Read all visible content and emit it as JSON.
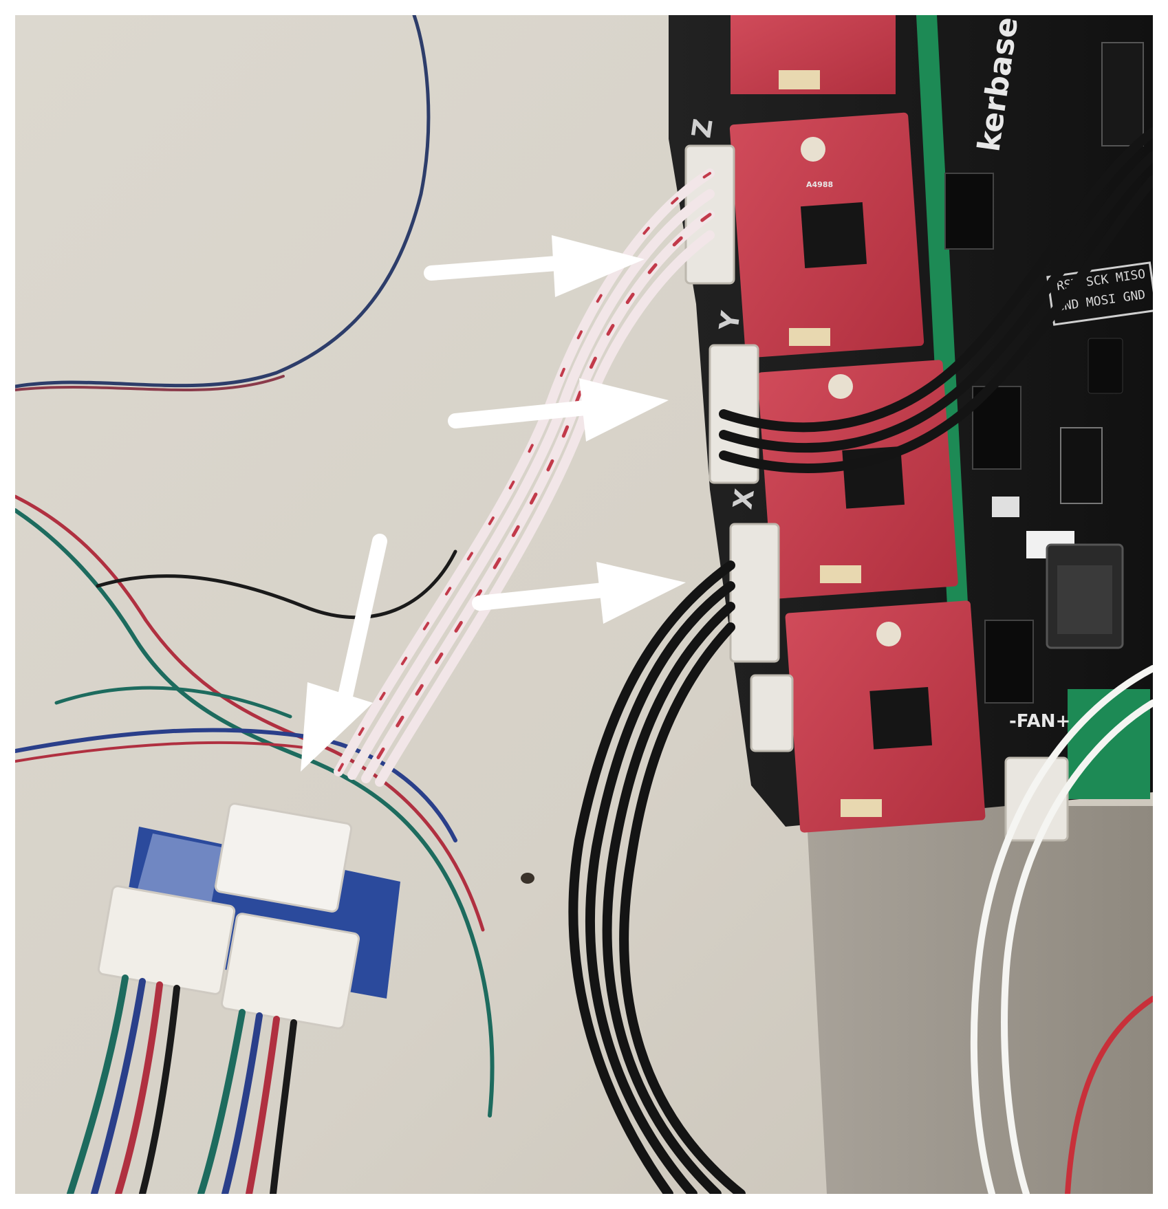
{
  "image": {
    "type": "photo",
    "subject": "arrow-annotated-photo"
  },
  "board": {
    "brand_text": "kerbase",
    "axis_labels": [
      "Z",
      "Y",
      "X"
    ],
    "fan_label": "-FAN+",
    "header_text": [
      "GND MOSI GND",
      "RST SCK MISO"
    ],
    "driver_chip_label": "A4988"
  },
  "annotations": {
    "arrow_count": 4,
    "arrow_color": "#ffffff"
  },
  "colors": {
    "background_surface": "#d9d5cc",
    "pcb_board": "#1a1a1a",
    "driver_modules": "#c23a4a",
    "ribbon_cable": "#f2e6e8",
    "black_cable": "#141414",
    "stepper_wires": [
      "#1d6b5e",
      "#b03040",
      "#2a3f8a",
      "#1a1a1a"
    ]
  }
}
